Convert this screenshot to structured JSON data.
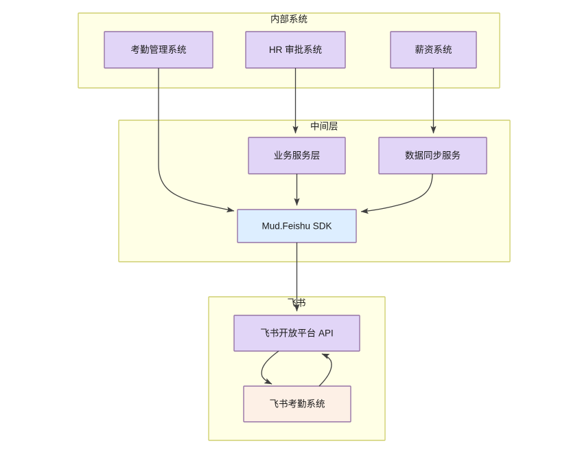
{
  "diagram": {
    "type": "flowchart",
    "title": "",
    "background": "#ffffff",
    "colors": {
      "cluster_fill": "#ffffe6",
      "cluster_stroke": "#cfcf70",
      "purple_fill": "#e1d5f7",
      "purple_stroke": "#9673a6",
      "blue_fill": "#ddeeff",
      "pink_fill": "#fdf0e6",
      "edge_stroke": "#404040"
    },
    "clusters": [
      {
        "id": "internal",
        "label": "内部系统"
      },
      {
        "id": "middleware",
        "label": "中间层"
      },
      {
        "id": "feishu",
        "label": "飞书"
      }
    ],
    "nodes": [
      {
        "id": "attendance_mgmt",
        "label": "考勤管理系统",
        "cluster": "internal",
        "style": "purple"
      },
      {
        "id": "hr_approval",
        "label": "HR 审批系统",
        "cluster": "internal",
        "style": "purple"
      },
      {
        "id": "payroll",
        "label": "薪资系统",
        "cluster": "internal",
        "style": "purple"
      },
      {
        "id": "business_service",
        "label": "业务服务层",
        "cluster": "middleware",
        "style": "purple"
      },
      {
        "id": "data_sync",
        "label": "数据同步服务",
        "cluster": "middleware",
        "style": "purple"
      },
      {
        "id": "sdk",
        "label": "Mud.Feishu SDK",
        "cluster": "middleware",
        "style": "blue"
      },
      {
        "id": "open_api",
        "label": "飞书开放平台 API",
        "cluster": "feishu",
        "style": "purple"
      },
      {
        "id": "feishu_attendance",
        "label": "飞书考勤系统",
        "cluster": "feishu",
        "style": "pink"
      }
    ],
    "edges": [
      {
        "from": "attendance_mgmt",
        "to": "sdk",
        "label": "",
        "directed": true
      },
      {
        "from": "hr_approval",
        "to": "business_service",
        "label": "",
        "directed": true
      },
      {
        "from": "payroll",
        "to": "data_sync",
        "label": "",
        "directed": true
      },
      {
        "from": "business_service",
        "to": "sdk",
        "label": "",
        "directed": true
      },
      {
        "from": "data_sync",
        "to": "sdk",
        "label": "",
        "directed": true
      },
      {
        "from": "sdk",
        "to": "open_api",
        "label": "",
        "directed": true
      },
      {
        "from": "open_api",
        "to": "feishu_attendance",
        "label": "",
        "directed": true
      },
      {
        "from": "feishu_attendance",
        "to": "open_api",
        "label": "",
        "directed": true
      }
    ]
  }
}
